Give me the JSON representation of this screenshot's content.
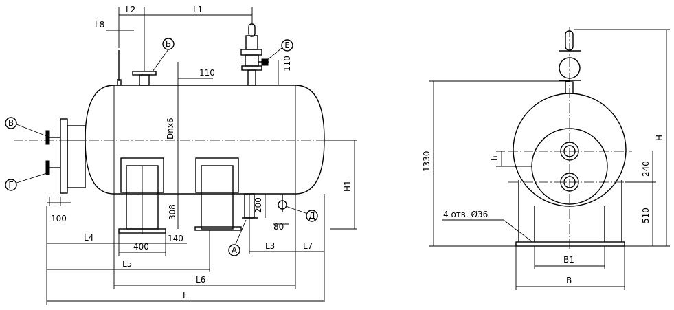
{
  "front_view": {
    "dims": {
      "L2": "L2",
      "L1": "L1",
      "L8": "L8",
      "d110_top": "110",
      "d110_side": "110",
      "Dnx6": "Dnx6",
      "H1": "H1",
      "d308": "308",
      "d200": "200",
      "d80": "80",
      "d100": "100",
      "L4": "L4",
      "d140": "140",
      "d400": "400",
      "L3": "L3",
      "L7": "L7",
      "L5": "L5",
      "L6": "L6",
      "L": "L"
    },
    "nozzles": {
      "B_cyr": "Б",
      "E_cyr": "Е",
      "V_cyr": "В",
      "G_cyr": "Г",
      "D_cyr": "Д",
      "A_cyr": "А"
    }
  },
  "side_view": {
    "dims": {
      "H": "H",
      "d1330": "1330",
      "h": "h",
      "d240": "240",
      "d510": "510",
      "holes": "4 отв. Ø36",
      "B1": "B1",
      "B": "B"
    }
  }
}
